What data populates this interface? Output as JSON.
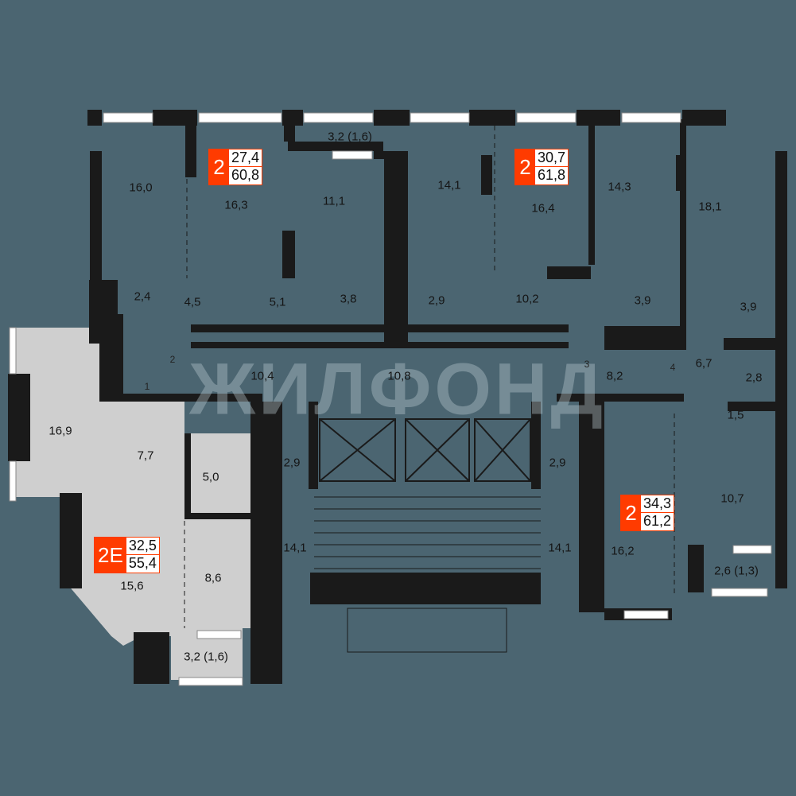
{
  "watermark": "ЖИЛФОНД",
  "colors": {
    "background": "#4b6571",
    "highlight": "#cfcfcf",
    "wall": "#1a1a1a",
    "badge": "#ff3b00"
  },
  "apartments": [
    {
      "rooms": "2",
      "living_area": "27,4",
      "total_area": "60,8"
    },
    {
      "rooms": "2",
      "living_area": "30,7",
      "total_area": "61,8"
    },
    {
      "rooms": "2",
      "living_area": "34,3",
      "total_area": "61,2"
    },
    {
      "rooms": "2E",
      "living_area": "32,5",
      "total_area": "55,4",
      "highlighted": true
    }
  ],
  "rooms": [
    "16,0",
    "16,3",
    "11,1",
    "3,2 (1,6)",
    "14,1",
    "16,4",
    "14,3",
    "18,1",
    "2,4",
    "4,5",
    "5,1",
    "3,8",
    "2,9",
    "10,2",
    "3,9",
    "3,9",
    "10,4",
    "10,8",
    "8,2",
    "6,7",
    "2,8",
    "1,5",
    "16,9",
    "7,7",
    "5,0",
    "2,9",
    "2,9",
    "14,1",
    "14,1",
    "10,7",
    "16,2",
    "8,6",
    "15,6",
    "2,6 (1,3)",
    "3,2 (1,6)"
  ],
  "doors": [
    "2",
    "1",
    "3",
    "4"
  ]
}
